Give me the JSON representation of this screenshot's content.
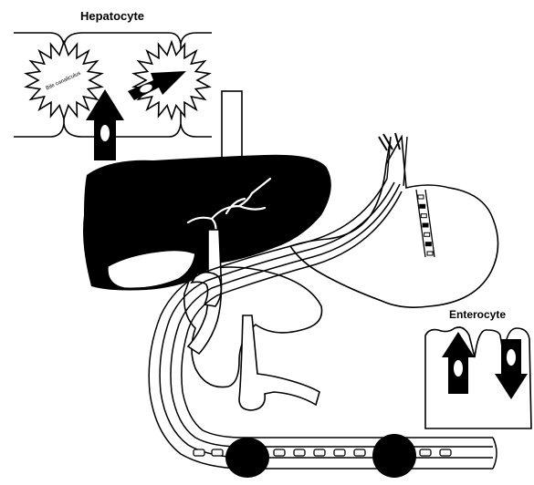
{
  "labels": {
    "hepatocyte": "Hepatocyte",
    "bile_canaliculus": "Bile canaliculus",
    "enterocyte": "Enterocyte"
  }
}
